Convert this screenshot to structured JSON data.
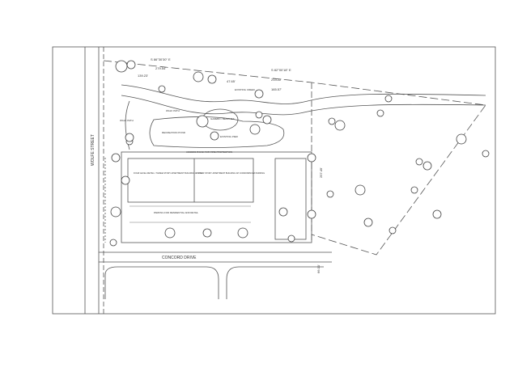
{
  "plan": {
    "bearing_1": "S 86°30'30\" E",
    "bearing_2": "S 82°00'18\" E",
    "dim_1": "279.54'",
    "dim_2": "139.23'",
    "dim_3": "47.65'",
    "dim_4": "213.22'",
    "dim_5": "165.57'",
    "dim_6": "257.49'",
    "dim_7": "66.00'",
    "existing_creek": "EXISTING CREEK",
    "walk_path_1": "WALK PATH",
    "walk_path_2": "WALK PATH",
    "recreation_pond": "RECREATION POND",
    "gazebo": "GAZEBO / BENCHES",
    "existing_pier": "EXISTING PIER",
    "access_road": "ACCESS ROAD FOR FIRE PROTECTION",
    "building_1": "FOUR LEVEL RETAIL / THREE STORY APARTMENT BUILDING ABOVE",
    "building_2": "FOUR STORY APARTMENT BUILDING W/ CONDOMINIUM PARKING",
    "parking": "PARKING FOR RESIDENTIAL AND RETAIL",
    "street_1": "WOLFE STREET",
    "street_2": "CONCORD DRIVE"
  }
}
